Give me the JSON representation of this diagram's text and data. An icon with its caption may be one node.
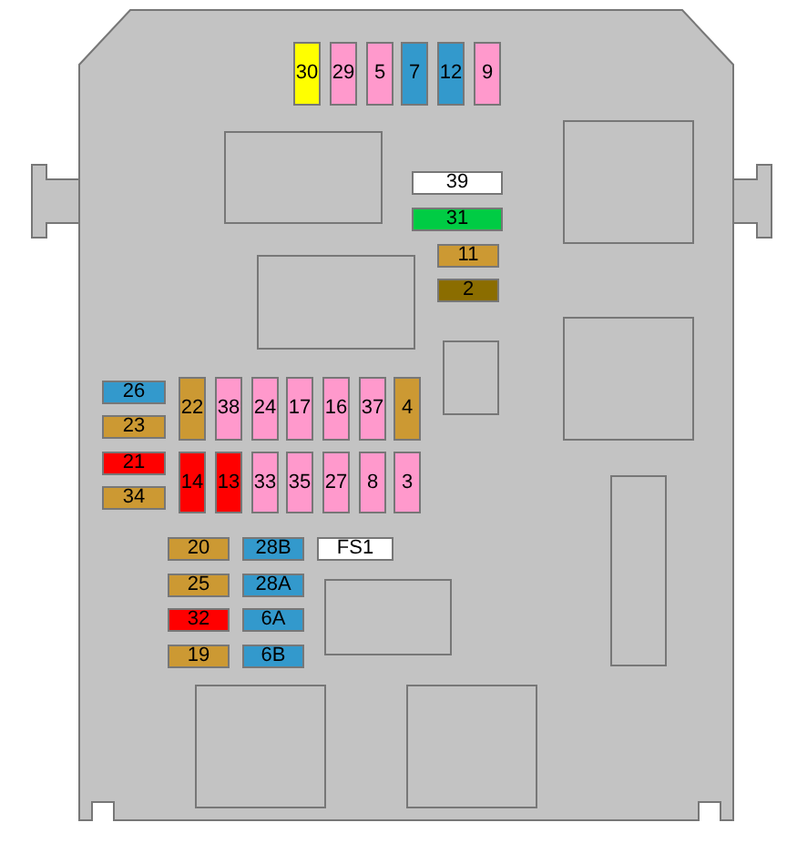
{
  "diagram": {
    "nodes": [
      {
        "text": [
          "30"
        ]
      },
      {
        "text": [
          "29"
        ]
      },
      {
        "text": [
          "5"
        ]
      },
      {
        "text": [
          "7"
        ]
      },
      {
        "text": [
          "12"
        ]
      },
      {
        "text": [
          "9"
        ]
      },
      {
        "text": [],
        "shape": "box"
      },
      {
        "text": [],
        "shape": "box"
      },
      {
        "text": [
          "39"
        ]
      },
      {
        "text": [
          "31"
        ]
      },
      {
        "text": [
          "11"
        ]
      },
      {
        "text": [],
        "shape": "box"
      },
      {
        "text": [
          "2"
        ]
      },
      {
        "text": [],
        "shape": "box"
      },
      {
        "text": [],
        "shape": "box"
      },
      {
        "text": [
          "22"
        ]
      },
      {
        "text": [
          "38"
        ]
      },
      {
        "text": [
          "24"
        ]
      },
      {
        "text": [
          "17"
        ]
      },
      {
        "text": [
          "16"
        ]
      },
      {
        "text": [
          "37"
        ]
      },
      {
        "text": [
          "4"
        ]
      },
      {
        "text": [
          "26"
        ]
      },
      {
        "text": [
          "23"
        ]
      },
      {
        "text": [
          "21"
        ]
      },
      {
        "text": [
          "14"
        ]
      },
      {
        "text": [
          "13"
        ]
      },
      {
        "text": [
          "33"
        ]
      },
      {
        "text": [
          "35"
        ]
      },
      {
        "text": [
          "27"
        ]
      },
      {
        "text": [
          "8"
        ]
      },
      {
        "text": [
          "3"
        ]
      },
      {
        "text": [
          "34"
        ]
      },
      {
        "text": [],
        "shape": "box"
      },
      {
        "text": [
          "20"
        ]
      },
      {
        "text": [
          "28B"
        ]
      },
      {
        "text": [
          "FS1"
        ]
      },
      {
        "text": [
          "25"
        ]
      },
      {
        "text": [
          "28A"
        ]
      },
      {
        "text": [],
        "shape": "box"
      },
      {
        "text": [
          "32"
        ]
      },
      {
        "text": [
          "6A"
        ]
      },
      {
        "text": [
          "19"
        ]
      },
      {
        "text": [
          "6B"
        ]
      },
      {
        "text": [],
        "shape": "box"
      },
      {
        "text": [],
        "shape": "box"
      }
    ]
  }
}
